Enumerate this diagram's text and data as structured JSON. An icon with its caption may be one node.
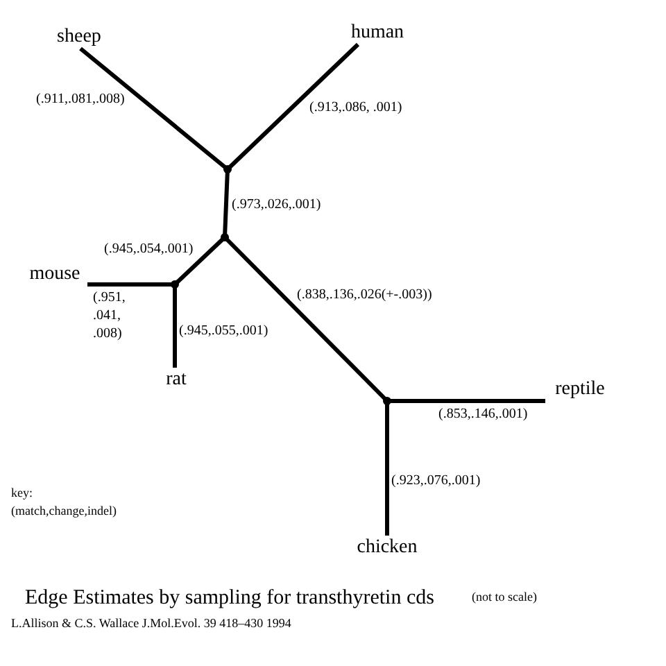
{
  "diagram": {
    "caption": "Edge Estimates by sampling for transthyretin cds",
    "nodes": [
      {
        "text": [
          "sheep"
        ]
      },
      {
        "text": [
          "human"
        ]
      },
      {
        "text": [],
        "shape": "point"
      },
      {
        "text": [],
        "shape": "point"
      },
      {
        "text": [
          "mouse"
        ]
      },
      {
        "text": [],
        "shape": "point"
      },
      {
        "text": [
          "rat"
        ]
      },
      {
        "text": [],
        "shape": "point"
      },
      {
        "text": [
          "reptile"
        ]
      },
      {
        "text": [
          "chicken"
        ]
      }
    ],
    "edges": [
      {
        "from": 0,
        "to": 2,
        "arrow": "none",
        "label": "(.911,.081,.008)"
      },
      {
        "from": 1,
        "to": 2,
        "arrow": "none",
        "label": "(.913,.086, .001)"
      },
      {
        "from": 2,
        "to": 3,
        "arrow": "none",
        "label": "(.973,.026,.001)"
      },
      {
        "from": 3,
        "to": 5,
        "arrow": "none",
        "label": "(.945,.054,.001)"
      },
      {
        "from": 4,
        "to": 5,
        "arrow": "none",
        "label": "(.951, .041, .008)"
      },
      {
        "from": 5,
        "to": 6,
        "arrow": "none",
        "label": "(.945,.055,.001)"
      },
      {
        "from": 3,
        "to": 7,
        "arrow": "none",
        "label": "(.838,.136,.026(+-.003))"
      },
      {
        "from": 7,
        "to": 8,
        "arrow": "none",
        "label": "(.853,.146,.001)"
      },
      {
        "from": 7,
        "to": 9,
        "arrow": "none",
        "label": "(.923,.076,.001)"
      }
    ],
    "labels": [
      "key:",
      "(match,change,indel)",
      "(not to scale)",
      "L.Allison & C.S. Wallace J.Mol.Evol. 39 418–430 1994"
    ]
  }
}
